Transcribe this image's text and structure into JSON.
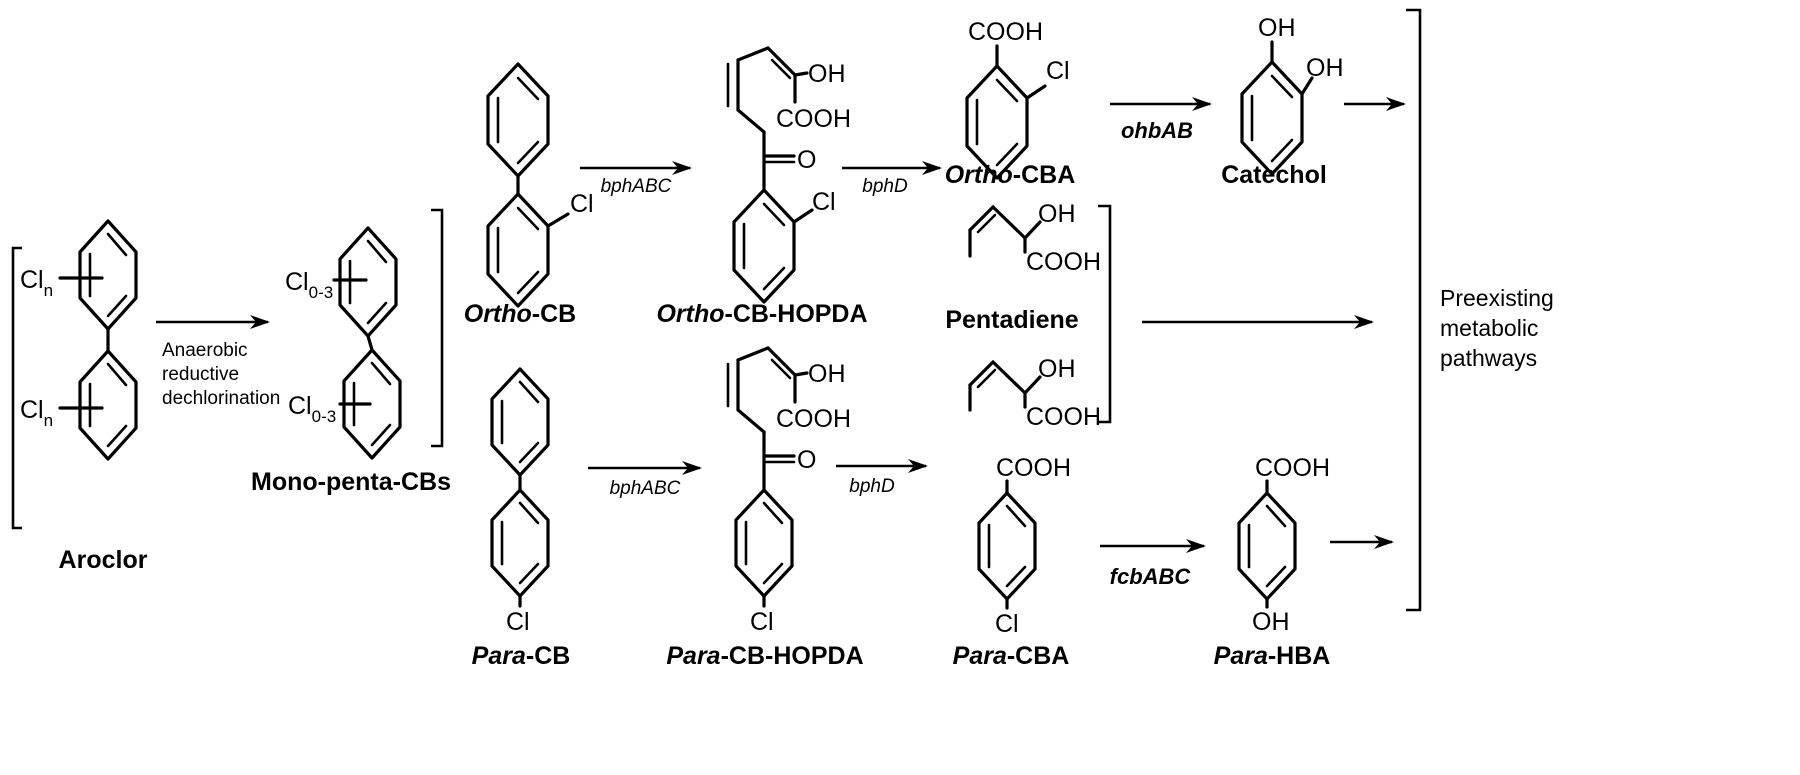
{
  "atoms": {
    "cl": "Cl",
    "cl_n": "Cl",
    "n_sub": "n",
    "cl_range": "Cl",
    "range_sub": "0-3",
    "oh": "OH",
    "cooh": "COOH",
    "o": "O"
  },
  "conditions": {
    "anaerobic_line1": "Anaerobic",
    "anaerobic_line2": "reductive",
    "anaerobic_line3": "dechlorination"
  },
  "enzymes": {
    "bphabc_top": "bphABC",
    "bphd_top": "bphD",
    "ohbab": "ohbAB",
    "bphabc_bottom": "bphABC",
    "bphd_bottom": "bphD",
    "fcbabc": "fcbABC"
  },
  "compounds": {
    "aroclor": "Aroclor",
    "mono_penta": "Mono-penta-CBs",
    "ortho_cb_prefix": "Ortho",
    "ortho_cb_suffix": "-CB",
    "ortho_hopda_prefix": "Ortho",
    "ortho_hopda_suffix": "-CB-HOPDA",
    "ortho_cba_prefix": "Ortho",
    "ortho_cba_suffix": "-CBA",
    "catechol": "Catechol",
    "pentadiene": "Pentadiene",
    "para_cb_prefix": "Para",
    "para_cb_suffix": "-CB",
    "para_hopda_prefix": "Para",
    "para_hopda_suffix": "-CB-HOPDA",
    "para_cba_prefix": "Para",
    "para_cba_suffix": "-CBA",
    "para_hba_prefix": "Para",
    "para_hba_suffix": "-HBA"
  },
  "endpoint": {
    "line1": "Preexisting",
    "line2": "metabolic",
    "line3": "pathways"
  }
}
